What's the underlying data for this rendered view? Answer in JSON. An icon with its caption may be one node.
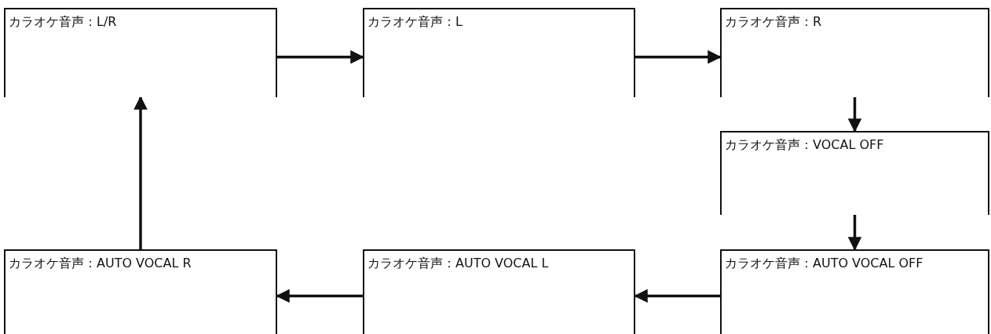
{
  "diagram": {
    "nodes": [
      {
        "text": [
          "カラオケ音声：L/R"
        ]
      },
      {
        "text": [
          "カラオケ音声：L"
        ]
      },
      {
        "text": [
          "カラオケ音声：R"
        ]
      },
      {
        "text": [
          "カラオケ音声：VOCAL OFF"
        ]
      },
      {
        "text": [
          "カラオケ音声：AUTO VOCAL R"
        ]
      },
      {
        "text": [
          "カラオケ音声：AUTO VOCAL L"
        ]
      },
      {
        "text": [
          "カラオケ音声：AUTO VOCAL OFF"
        ]
      }
    ],
    "edges": [
      {
        "from": 0,
        "to": 1,
        "arrow": "to"
      },
      {
        "from": 1,
        "to": 2,
        "arrow": "to"
      },
      {
        "from": 2,
        "to": 3,
        "arrow": "to"
      },
      {
        "from": 3,
        "to": 6,
        "arrow": "to"
      },
      {
        "from": 6,
        "to": 5,
        "arrow": "to"
      },
      {
        "from": 5,
        "to": 4,
        "arrow": "to"
      },
      {
        "from": 4,
        "to": 0,
        "arrow": "to"
      }
    ]
  }
}
